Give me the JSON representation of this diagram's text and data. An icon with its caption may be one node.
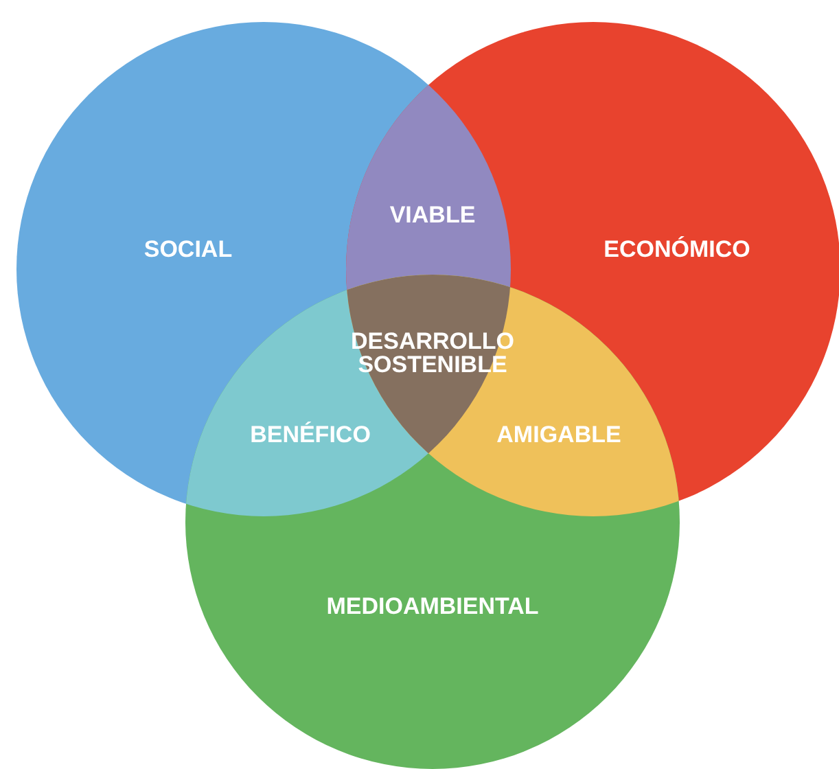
{
  "diagram": {
    "nodes": [
      {
        "text": [
          "SOCIAL"
        ]
      },
      {
        "text": [
          "ECONÓMICO"
        ]
      },
      {
        "text": [
          "MEDIOAMBIENTAL"
        ]
      },
      {
        "text": [
          "VIABLE"
        ]
      },
      {
        "text": [
          "DESARROLLO SOSTENIBLE"
        ]
      },
      {
        "text": [
          "BENÉFICO"
        ]
      },
      {
        "text": [
          "AMIGABLE"
        ]
      }
    ]
  }
}
